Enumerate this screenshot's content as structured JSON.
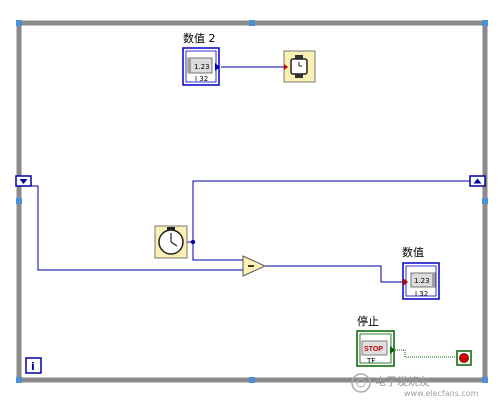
{
  "block_diagram": {
    "labels": {
      "numeric2": "数值 2",
      "numeric": "数值",
      "stop": "停止"
    },
    "terminal_text": {
      "numeric_display": "1.23",
      "data_type": "I 32",
      "stop_button": "STOP"
    },
    "loop": {
      "iteration_label": "i"
    },
    "colors": {
      "loop_border": "#8a8a8a",
      "integer_wire": "#0000a0",
      "boolean_wire": "#006400",
      "terminal_border": "#0000c8",
      "node_fill": "#fbf0b4"
    }
  },
  "watermark": {
    "text": "电子发烧友",
    "url": "www.elecfans.com"
  }
}
